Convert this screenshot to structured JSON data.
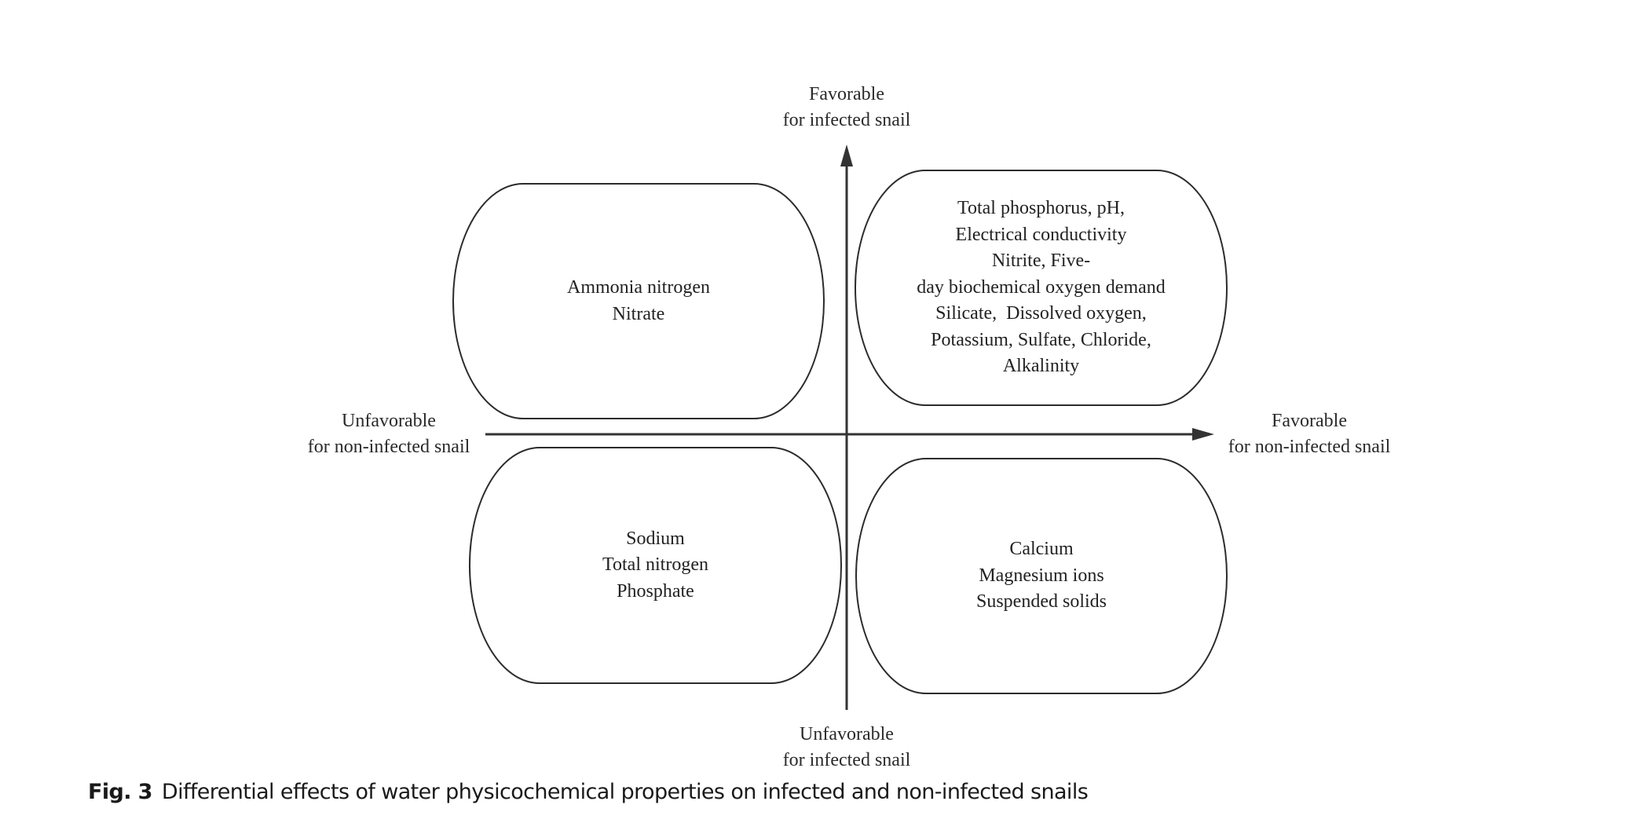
{
  "figure": {
    "caption_label": "Fig. 3",
    "caption_text": "Differential effects of water physicochemical properties on infected and non-infected snails"
  },
  "axes": {
    "top": [
      "Favorable",
      "for infected snail"
    ],
    "bottom": [
      "Unfavorable",
      "for infected snail"
    ],
    "left": [
      "Unfavorable",
      "for non-infected snail"
    ],
    "right": [
      "Favorable",
      "for non-infected snail"
    ]
  },
  "quadrants": {
    "top_left": {
      "lines": [
        "Ammonia nitrogen",
        "Nitrate"
      ]
    },
    "top_right": {
      "lines": [
        "Total phosphorus, pH,",
        "Electrical conductivity",
        "Nitrite, Five-",
        "day biochemical oxygen demand",
        "Silicate,  Dissolved oxygen,",
        "Potassium, Sulfate, Chloride,",
        "Alkalinity"
      ]
    },
    "bottom_left": {
      "lines": [
        "Sodium",
        "Total nitrogen",
        "Phosphate"
      ]
    },
    "bottom_right": {
      "lines": [
        "Calcium",
        "Magnesium ions",
        "Suspended solids"
      ]
    }
  },
  "colors": {
    "stroke": "#2b2b2b",
    "text": "#222222"
  }
}
